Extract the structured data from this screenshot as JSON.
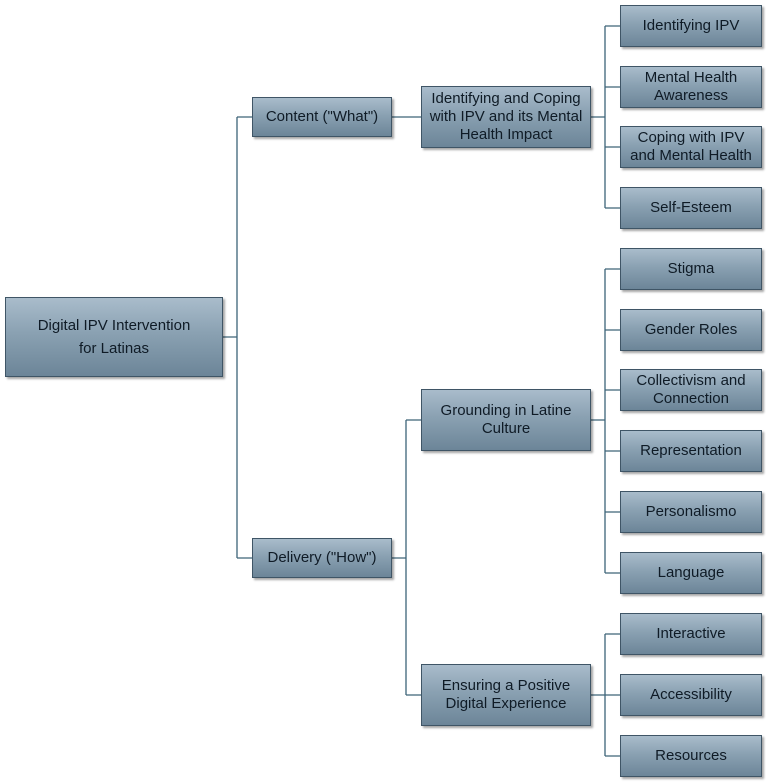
{
  "diagram": {
    "root": {
      "label": "Digital IPV Intervention for Latinas"
    },
    "branches": [
      {
        "label": "Content (\"What\")",
        "children": [
          {
            "label": "Identifying and Coping with IPV and its Mental Health Impact",
            "leaves": [
              "Identifying IPV",
              "Mental Health Awareness",
              "Coping with IPV and Mental Health",
              "Self-Esteem"
            ]
          }
        ]
      },
      {
        "label": "Delivery (\"How\")",
        "children": [
          {
            "label": "Grounding in Latine Culture",
            "leaves": [
              "Stigma",
              "Gender Roles",
              "Collectivism and Connection",
              "Representation",
              "Personalismo",
              "Language"
            ]
          },
          {
            "label": "Ensuring a Positive Digital Experience",
            "leaves": [
              "Interactive",
              "Accessibility",
              "Resources"
            ]
          }
        ]
      }
    ],
    "colors": {
      "node_fill_top": "#a9bccb",
      "node_fill_bottom": "#6c8598",
      "node_border": "#3f5566",
      "connector": "#3d6478",
      "text": "#0f1b26"
    }
  }
}
